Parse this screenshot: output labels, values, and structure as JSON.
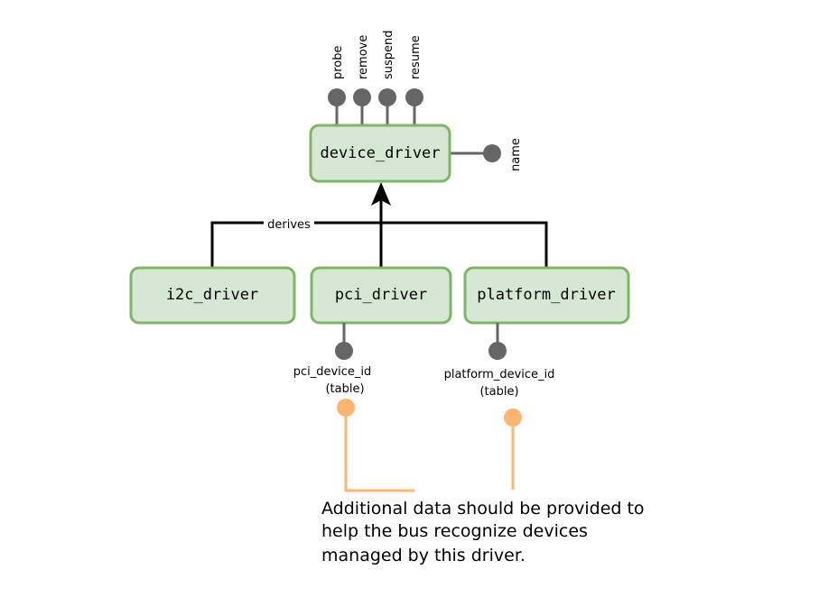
{
  "nodes": {
    "device_driver": "device_driver",
    "i2c_driver": "i2c_driver",
    "pci_driver": "pci_driver",
    "platform_driver": "platform_driver"
  },
  "device_driver_methods": [
    "probe",
    "remove",
    "suspend",
    "resume"
  ],
  "device_driver_field": "name",
  "edge_label": "derives",
  "pci_table": {
    "line1": "pci_device_id",
    "line2": "(table)"
  },
  "platform_table": {
    "line1": "platform_device_id",
    "line2": "(table)"
  },
  "note": {
    "line1": "Additional data should be provided to",
    "line2": "help the bus recognize devices",
    "line3": "managed by this driver."
  },
  "colors": {
    "box_fill": "#d5e8d4",
    "box_stroke": "#82b366",
    "pin": "#666666",
    "annotation": "#ffb570"
  }
}
